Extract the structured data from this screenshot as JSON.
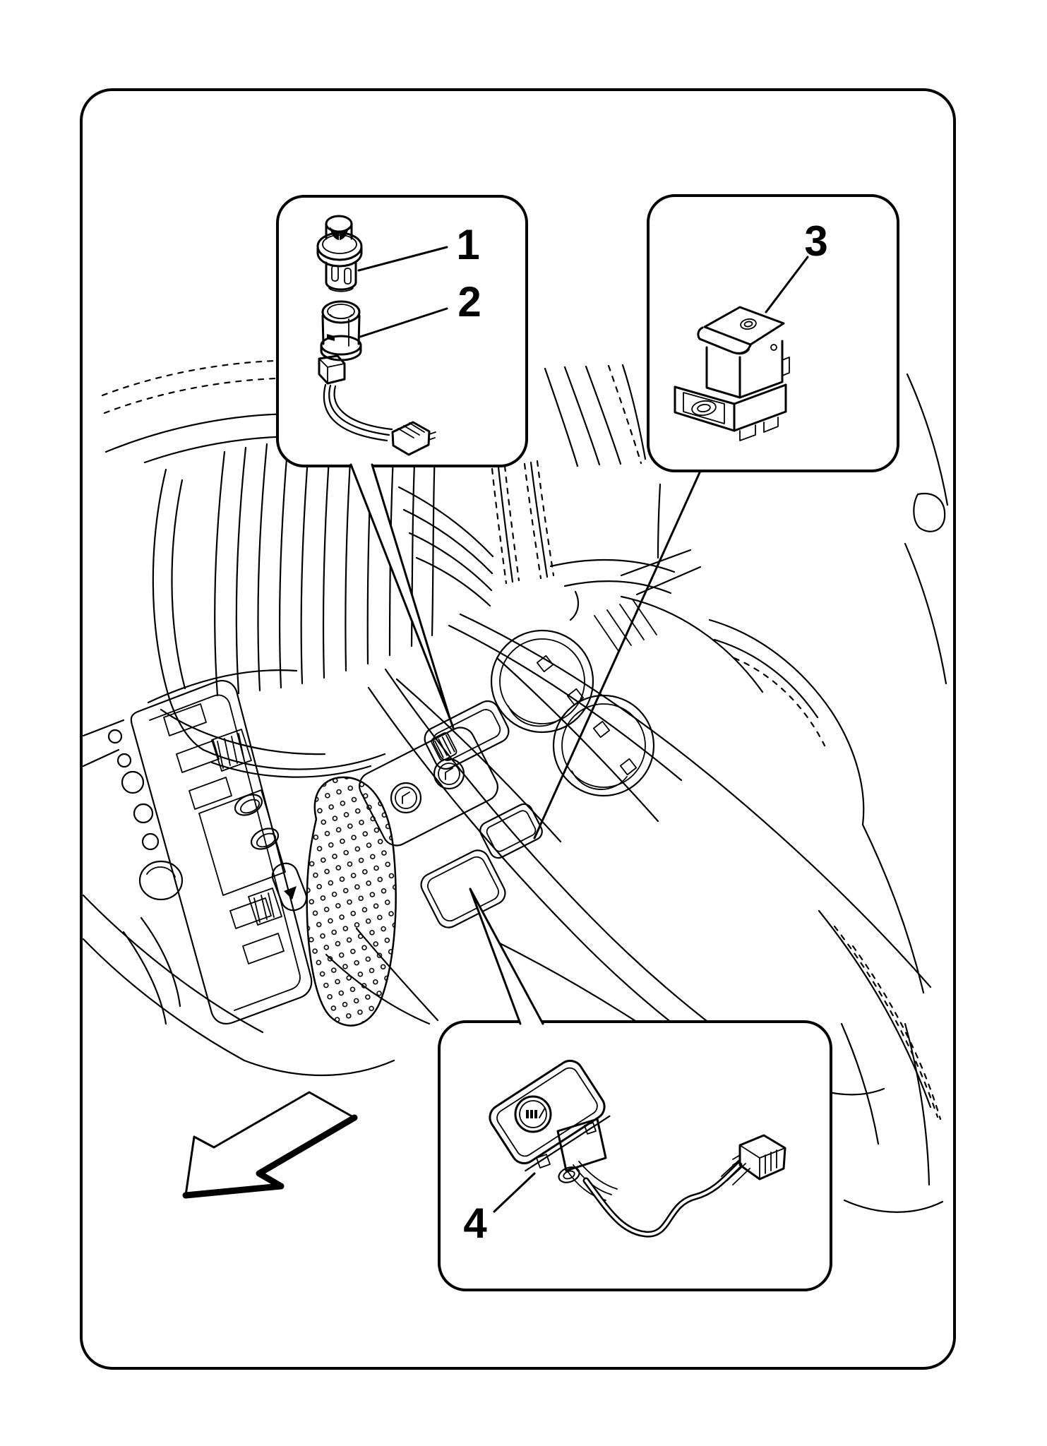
{
  "figure": {
    "type": "service-manual-illustration",
    "subject": "Center console accessory power socket and cigarette lighter component locations",
    "background_color": "#ffffff",
    "line_color": "#000000"
  },
  "callouts": [
    {
      "number": "1",
      "part": "cigarette-lighter-plug",
      "box": "upper-left"
    },
    {
      "number": "2",
      "part": "lighter-socket-housing-with-pigtail-connector",
      "box": "upper-left"
    },
    {
      "number": "3",
      "part": "rear-console-power-socket-module",
      "box": "upper-right"
    },
    {
      "number": "4",
      "part": "front-accessory-socket-with-wiring-harness",
      "box": "bottom-center"
    }
  ],
  "icons": {
    "direction_arrow": "front-of-vehicle-direction-arrow",
    "part3_emblem": "power-outlet-icon",
    "part4_socket_glyph": "cigarette-lighter-icon",
    "heater_button_glyph": "seat-heater-icon"
  }
}
